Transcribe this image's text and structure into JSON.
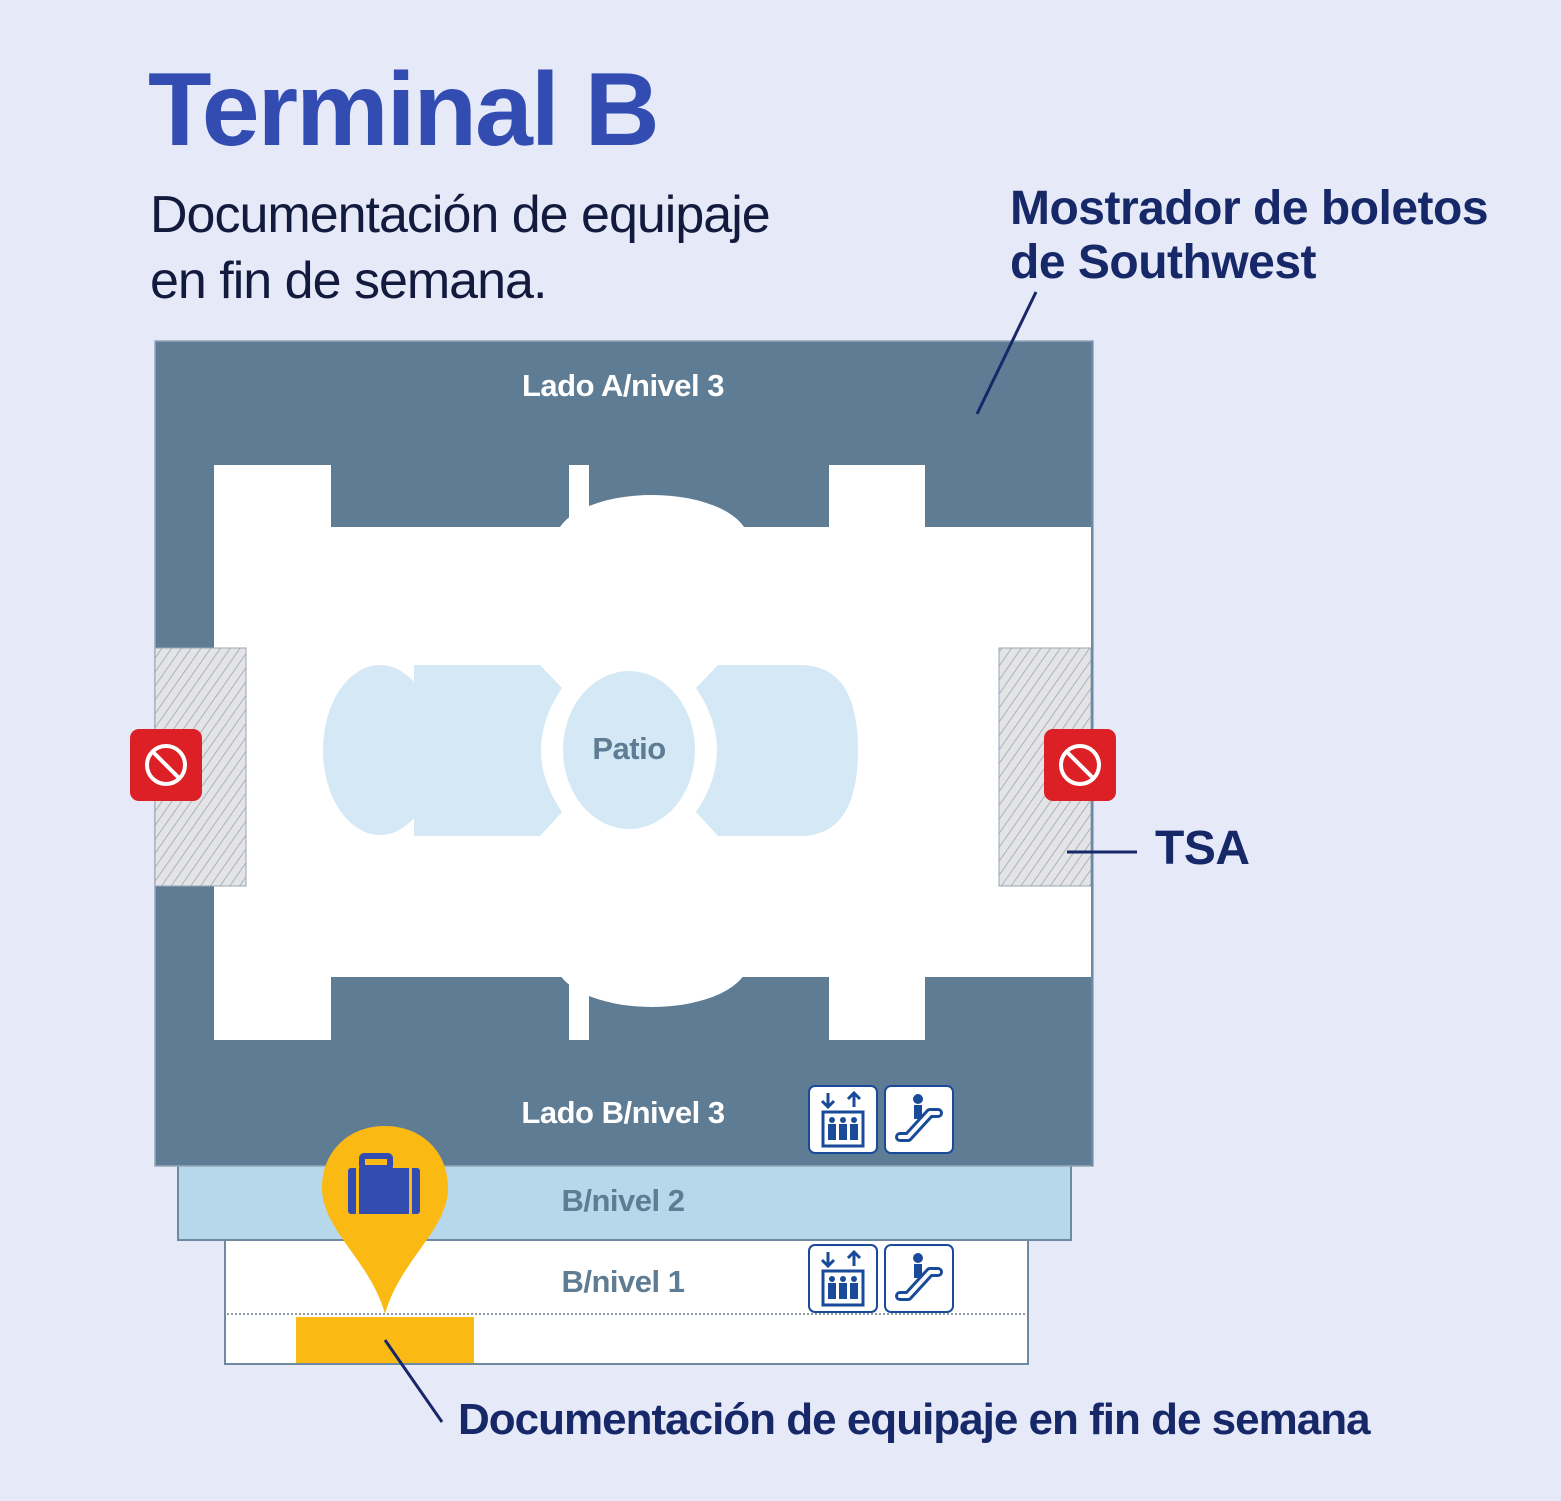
{
  "header": {
    "title": "Terminal B",
    "subtitle_line1": "Documentación de equipaje",
    "subtitle_line2": "en fin de semana."
  },
  "callouts": {
    "ticket_counter_line1": "Mostrador de boletos",
    "ticket_counter_line2": "de Southwest",
    "tsa": "TSA",
    "weekend_bag_check": "Documentación de equipaje en fin de semana"
  },
  "map": {
    "levels": {
      "side_a_level3": "Lado A/nivel 3",
      "side_b_level3": "Lado B/nivel 3",
      "b_level2": "B/nivel 2",
      "b_level1": "B/nivel 1"
    },
    "patio": "Patio",
    "icons": {
      "checkpoint_left": "no-entry-icon",
      "checkpoint_right": "no-entry-icon",
      "elevator_level3": "elevator-icon",
      "escalator_level3": "escalator-icon",
      "elevator_level1": "elevator-icon",
      "escalator_level1": "escalator-icon",
      "bag_marker": "luggage-pin-icon"
    }
  },
  "colors": {
    "background": "#e6e9f7",
    "title": "#324cb2",
    "callout_text": "#172869",
    "level3_slate": "#5e7c94",
    "level2_blue": "#b7d7eb",
    "patio_fill": "#d5e8f5",
    "marker_yellow": "#fbb914",
    "no_entry_red": "#dd1f26",
    "icon_blue": "#1a4a9a"
  }
}
